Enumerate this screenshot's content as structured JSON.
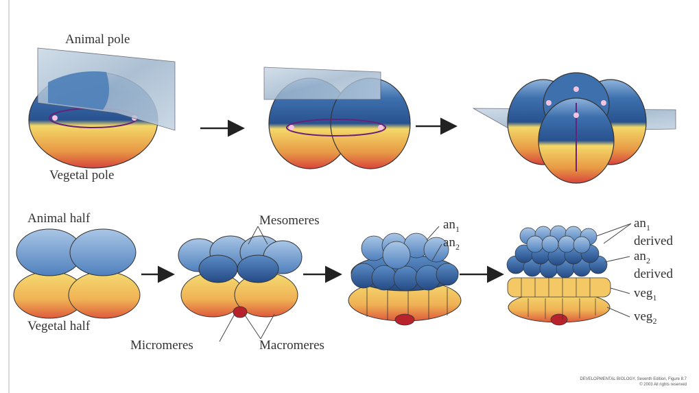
{
  "colors": {
    "animal_blue": "#3d70ad",
    "dark_blue": "#28528f",
    "light_blue": "#8fb3dc",
    "yellow": "#f3d869",
    "orange": "#e89a45",
    "vegetal_red": "#d8453c",
    "plane": "#b4c7d9",
    "arrow": "#222222"
  },
  "labels": {
    "animal_pole": "Animal pole",
    "vegetal_pole": "Vegetal pole",
    "animal_half": "Animal half",
    "vegetal_half": "Vegetal half",
    "mesomeres": "Mesomeres",
    "micromeres": "Micromeres",
    "macromeres": "Macromeres",
    "an1_stage": {
      "base": "an",
      "sub": "1"
    },
    "an2_stage": {
      "base": "an",
      "sub": "2"
    },
    "an1_derived": {
      "base": "an",
      "sub": "1",
      "rest": "derived"
    },
    "an2_derived": {
      "base": "an",
      "sub": "2",
      "rest": "derived"
    },
    "veg1": {
      "base": "veg",
      "sub": "1"
    },
    "veg2": {
      "base": "veg",
      "sub": "2"
    }
  },
  "credit": {
    "line1": "DEVELOPMENTAL BIOLOGY, Seventh Edition, Figure 8.7",
    "line2": "© 2003 All rights reserved"
  }
}
